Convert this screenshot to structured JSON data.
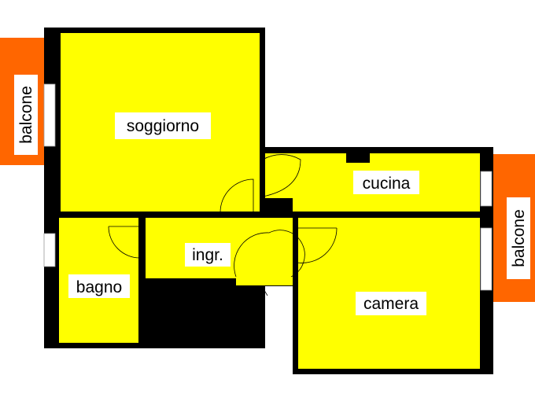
{
  "colors": {
    "room_fill": "#ffff00",
    "balcony_fill": "#ff6600",
    "wall": "#000000"
  },
  "rooms": {
    "soggiorno": "soggiorno",
    "cucina": "cucina",
    "ingresso": "ingr.",
    "bagno": "bagno",
    "camera": "camera"
  },
  "balconies": {
    "left": "balcone",
    "right": "balcone"
  }
}
